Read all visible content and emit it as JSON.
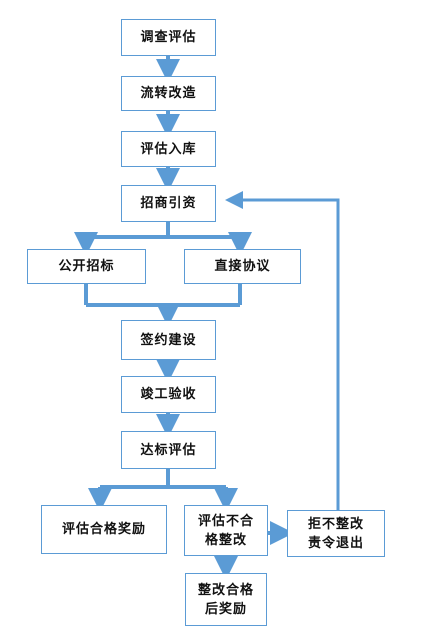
{
  "nodes": {
    "survey_eval": "调查评估",
    "transfer_rectify": "流转改造",
    "eval_storage": "评估入库",
    "investment": "招商引资",
    "public_bid": "公开招标",
    "direct_agreement": "直接协议",
    "sign_construct": "签约建设",
    "completion_accept": "竣工验收",
    "standard_eval": "达标评估",
    "eval_pass_reward": "评估合格奖励",
    "eval_fail_line1": "评估不合",
    "eval_fail_line2": "格整改",
    "refuse_line1": "拒不整改",
    "refuse_line2": "责令退出",
    "rectified_line1": "整改合格",
    "rectified_line2": "后奖励"
  },
  "colors": {
    "connector": "#5b9bd5",
    "border": "#5b9bd5"
  }
}
